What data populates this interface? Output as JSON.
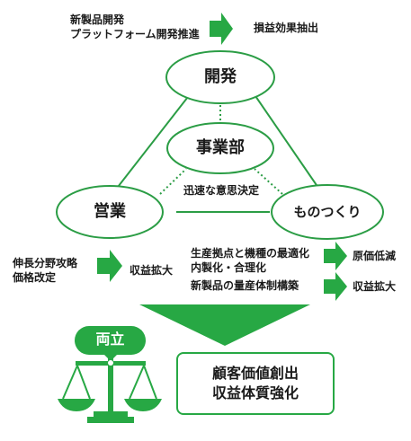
{
  "colors": {
    "accent": "#27a844",
    "line": "#2b9d45",
    "text": "#1a1a1a"
  },
  "top": {
    "left_lines": [
      "新製品開発",
      "プラットフォーム開発推進"
    ],
    "right": "損益効果抽出"
  },
  "nodes": {
    "development": "開発",
    "division": "事業部",
    "sales": "営業",
    "manufacturing": "ものつくり"
  },
  "center_caption": "迅速な意思決定",
  "mid_left": {
    "lines": [
      "伸長分野攻略",
      "価格改定"
    ],
    "result": "収益拡大"
  },
  "mid_right": {
    "lines": [
      "生産拠点と機種の最適化",
      "内製化・合理化",
      "新製品の量産体制構築"
    ],
    "result1": "原価低減",
    "result2": "収益拡大"
  },
  "balance_label": "両立",
  "outcome": [
    "顧客価値創出",
    "収益体質強化"
  ]
}
